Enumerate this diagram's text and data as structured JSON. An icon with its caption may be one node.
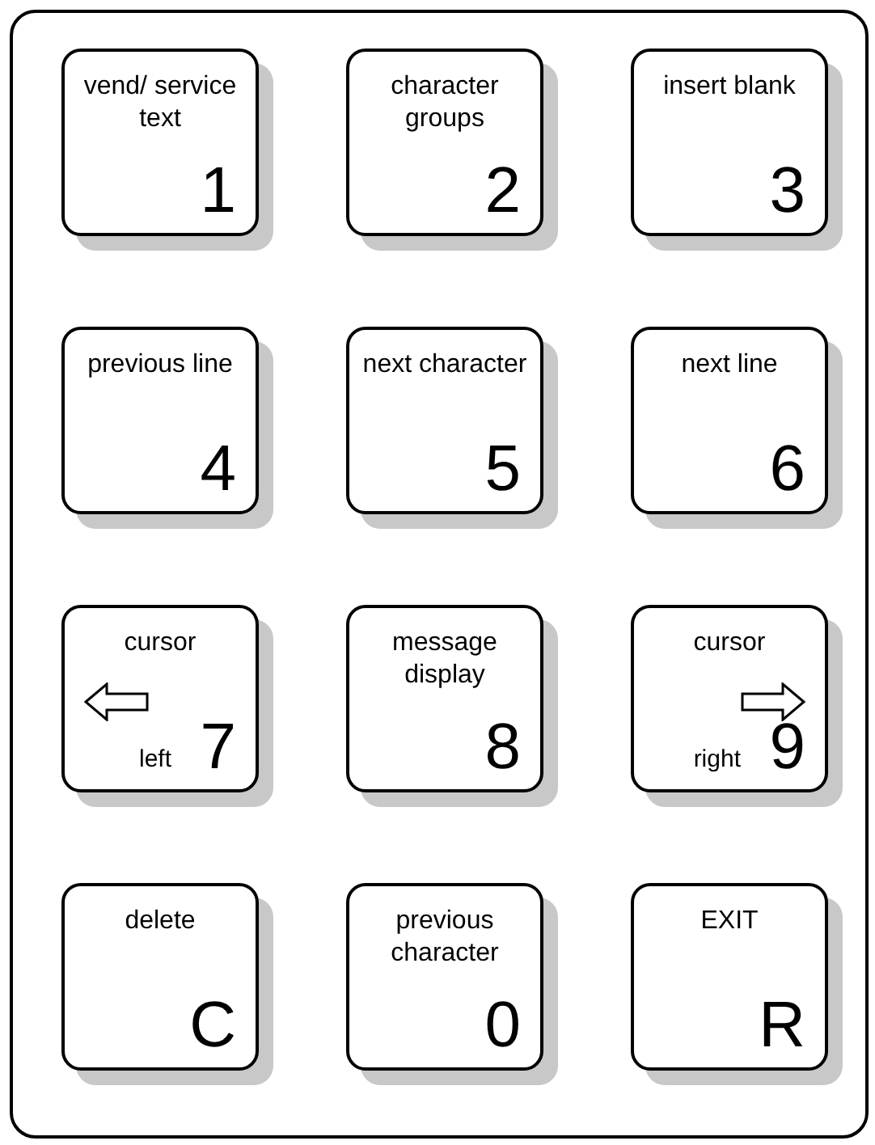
{
  "diagram": {
    "nodes": [
      {
        "text": [
          "vend/ service text",
          "1"
        ]
      },
      {
        "text": [
          "character groups",
          "2"
        ]
      },
      {
        "text": [
          "insert blank",
          "3"
        ]
      },
      {
        "text": [
          "previous line",
          "4"
        ]
      },
      {
        "text": [
          "next character",
          "5"
        ]
      },
      {
        "text": [
          "next line",
          "6"
        ]
      },
      {
        "text": [
          "cursor",
          "left",
          "7"
        ]
      },
      {
        "text": [
          "message display",
          "8"
        ]
      },
      {
        "text": [
          "cursor",
          "right",
          "9"
        ]
      },
      {
        "text": [
          "delete",
          "C"
        ]
      },
      {
        "text": [
          "previous character",
          "0"
        ]
      },
      {
        "text": [
          "EXIT",
          "R"
        ]
      }
    ]
  }
}
